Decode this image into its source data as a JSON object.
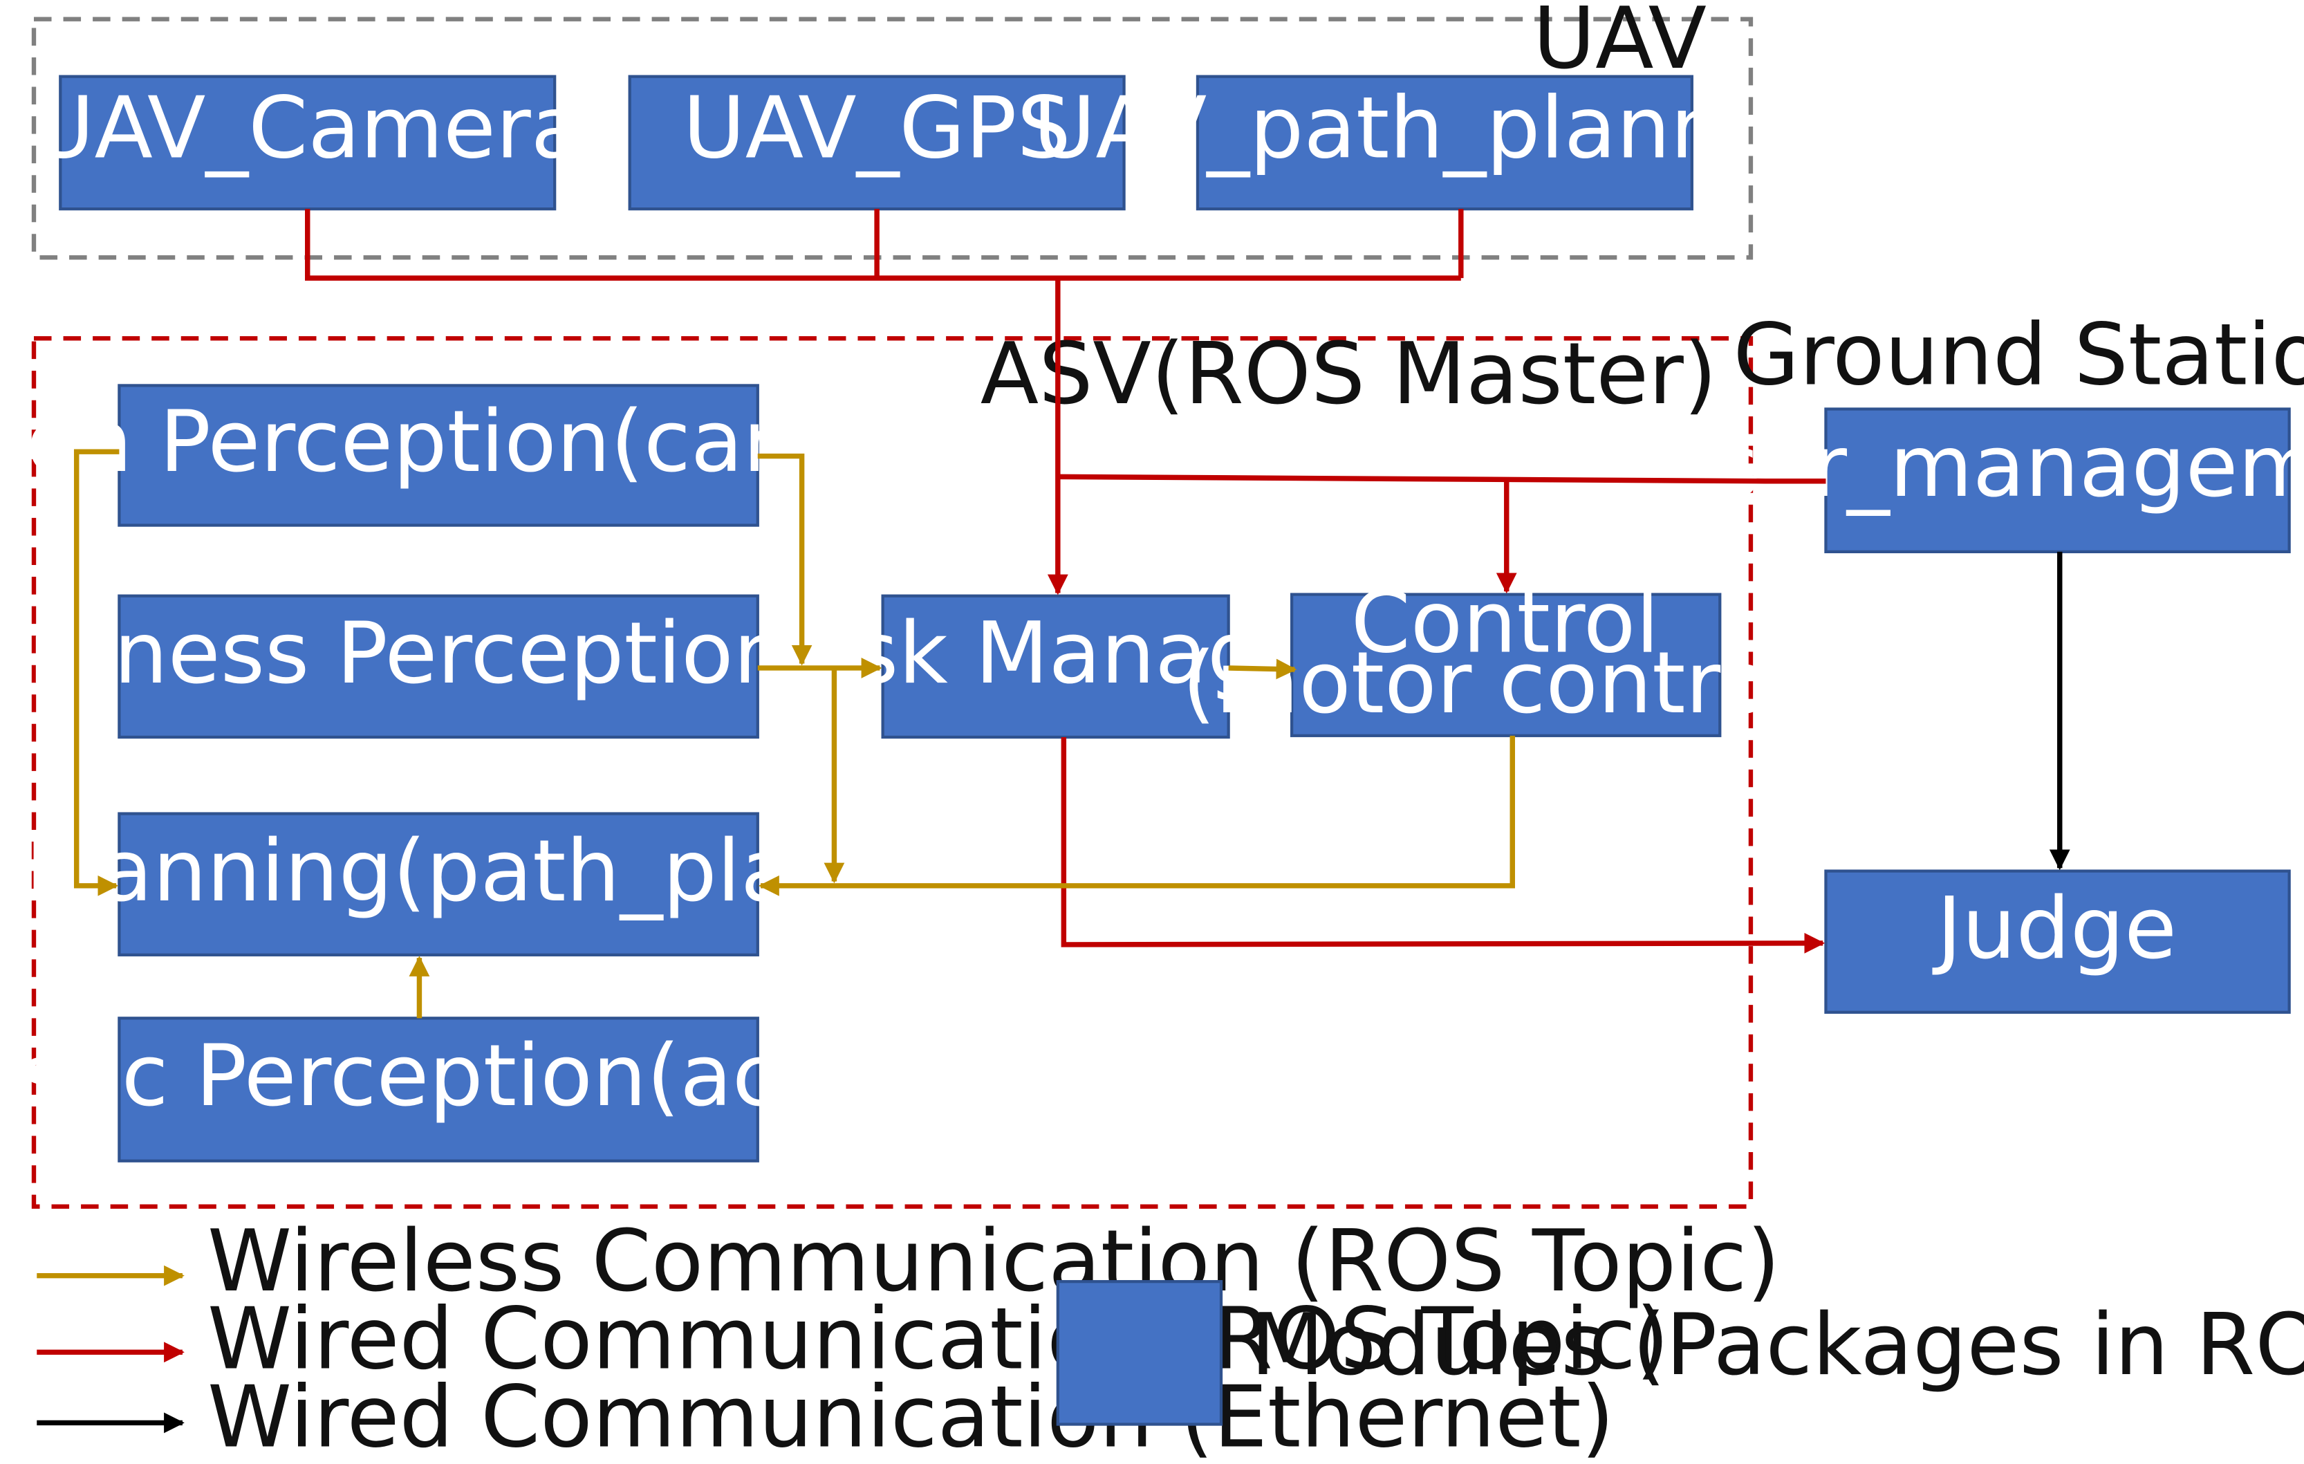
{
  "colors": {
    "module_fill": "#4472C4",
    "module_border": "#2F528F",
    "wireless": "#BF9000",
    "wired_ros": "#C00000",
    "wired_ethernet": "#000000",
    "uav_border": "#808080",
    "asv_border": "#C00000"
  },
  "groups": {
    "uav": "UAV",
    "asv": "ASV(ROS Master)",
    "ground": "Ground Station"
  },
  "modules": {
    "uav_camera": "UAV_Camera",
    "uav_gps": "UAV_GPS",
    "uav_path_planning": "UAV_path_planning",
    "vision": "Vision Perception(camera)",
    "awareness": "Awareness Perception(GPS)",
    "path_planning": "Path Planning(path_planning)",
    "acoustic": "Acoustic Perception(acoustic)",
    "task_manager": "Task Manager",
    "control_line1": "Control",
    "control_line2": "(motor control)",
    "user_management": "User_management",
    "judge": "Judge"
  },
  "legend": {
    "wireless": "Wireless Communication (ROS Topic)",
    "wired_ros": "Wired Communication (ROS Topic)",
    "wired_ethernet": "Wired Communication (Ethernet)",
    "modules": "Modules (Packages in ROS)"
  }
}
